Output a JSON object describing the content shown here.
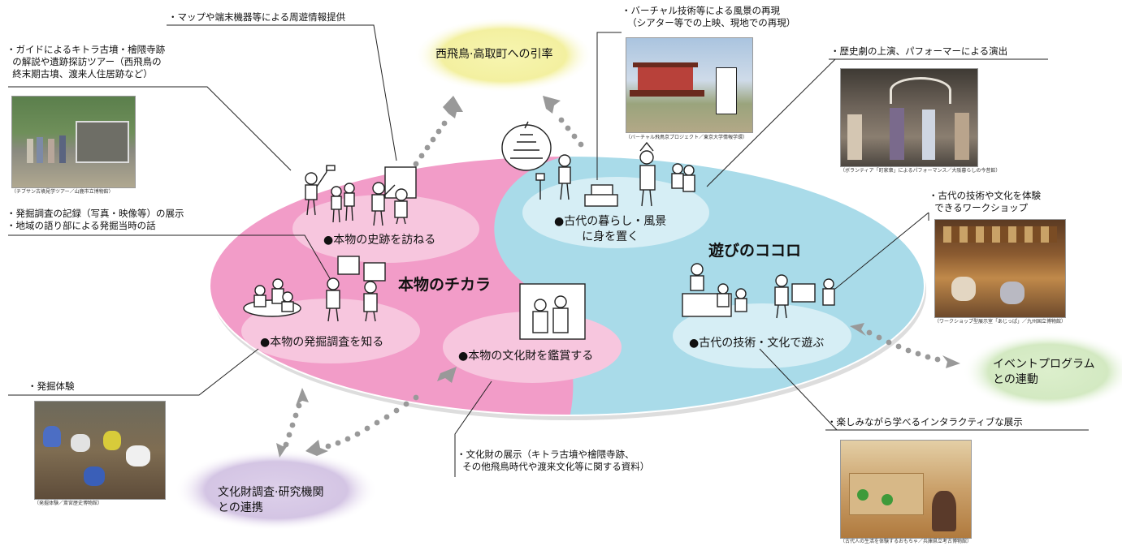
{
  "main_circle": {
    "left_title": "本物のチカラ",
    "right_title": "遊びのココロ"
  },
  "activities": {
    "visit_sites": "●本物の史跡を訪ねる",
    "know_excavation": "●本物の発掘調査を知る",
    "appreciate_assets": "●本物の文化財を鑑賞する",
    "ancient_life": "●古代の暮らし・風景\nに身を置く",
    "ancient_tech": "●古代の技術・文化で遊ぶ"
  },
  "bubbles": {
    "nishi_asuka": "西飛鳥·高取町への引率",
    "event_program": "イベントプログラム\nとの連動",
    "research": "文化財調査·研究機関\nとの連携"
  },
  "notes": {
    "map_info": "・マップや端末機器等による周遊情報提供",
    "guide_tour": "・ガイドによるキトラ古墳・檜隈寺跡\n  の解説や遺跡探訪ツアー（西飛鳥の\n  終末期古墳、渡来人住居跡など）",
    "excavation_record": "・発掘調査の記録（写真・映像等）の展示\n・地域の語り部による発掘当時の話",
    "dig_experience": "・発掘体験",
    "asset_display": "・文化財の展示（キトラ古墳や檜隈寺跡、\n  その他飛鳥時代や渡来文化等に関する資料）",
    "virtual_tech": "・バーチャル技術等による風景の再現\n  （シアター等での上映、現地での再現）",
    "drama": "・歴史劇の上演、パフォーマーによる演出",
    "workshop": "・古代の技術や文化を体験\n  できるワークショップ",
    "interactive": "・楽しみながら学べるインタラクティブな展示"
  },
  "captions": {
    "tour_photo": "（チブサン古墳見学ツアー／山鹿市立博物館）",
    "dig_photo": "（発掘体験／斎宮歴史博物館）",
    "virtual_photo": "（バーチャル飛鳥京プロジェクト／東京大学情報学環）",
    "drama_photo": "（ボランティア「町家衆」によるパフォーマンス／大阪暮らしの今昔館）",
    "workshop_photo": "（ワークショップ型展示室「あじっぱ」／九州国立博物館）",
    "interactive_photo": "（古代人の生活を体験するおもちゃ／兵庫県立考古博物館）"
  },
  "colors": {
    "pink": "#f29cc8",
    "pink_inner": "#f7c6de",
    "blue": "#a9dbe9",
    "blue_inner": "#d6eef5",
    "yellow": "#f5f3a4",
    "green": "#d8ecc8",
    "purple": "#d9cbe6",
    "arrow": "#999999"
  }
}
